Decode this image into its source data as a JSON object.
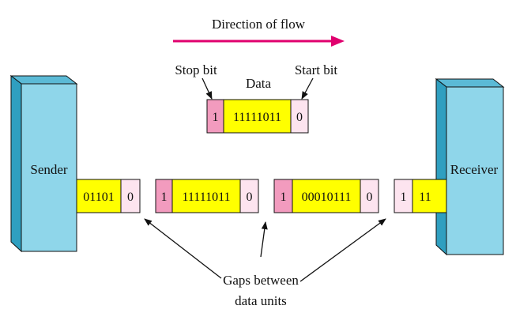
{
  "flow": {
    "label": "Direction of flow",
    "arrow_color": "#e0006e"
  },
  "top_frame": {
    "stop_label": "Stop bit",
    "data_label": "Data",
    "start_label": "Start bit",
    "stop_value": "1",
    "data_value": "11111011",
    "start_value": "0"
  },
  "sender": {
    "label": "Sender"
  },
  "receiver": {
    "label": "Receiver"
  },
  "stream": {
    "leaving": {
      "data_value": "01101",
      "start_value": "0"
    },
    "frame1": {
      "stop_value": "1",
      "data_value": "11111011",
      "start_value": "0"
    },
    "frame2": {
      "stop_value": "1",
      "data_value": "00010111",
      "start_value": "0"
    },
    "arriving": {
      "stop_value": "1",
      "data_value": "11"
    }
  },
  "gaps": {
    "line1": "Gaps between",
    "line2": "data units"
  },
  "colors": {
    "device_front": "#8fd6ea",
    "device_side": "#2f9fc0",
    "device_top": "#5bbad6",
    "data_fill": "#ffff00",
    "stop_fill": "#f29bbe",
    "start_fill": "#fde4ef"
  }
}
